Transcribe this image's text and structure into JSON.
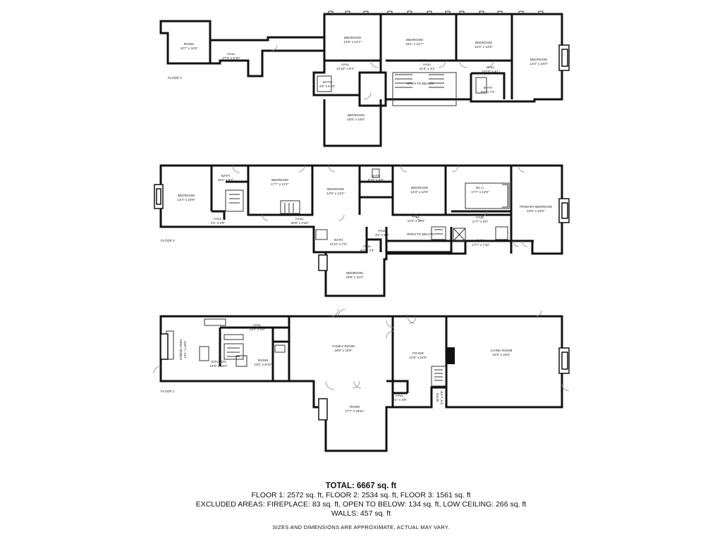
{
  "floors": {
    "floor3": {
      "label": "FLOOR 3",
      "rooms": [
        {
          "name": "ROOM",
          "dim": "10'7\" x 11'8\""
        },
        {
          "name": "HALL",
          "dim": "27'3\" x 6'10\""
        },
        {
          "name": "BEDROOM",
          "dim": "14'8\" x 12'7\""
        },
        {
          "name": "BEDROOM",
          "dim": "18'1\" x 12'7\""
        },
        {
          "name": "BEDROOM",
          "dim": "10'2\" x 12'9\""
        },
        {
          "name": "BEDROOM",
          "dim": "13'3\" x 24'8\""
        },
        {
          "name": "HALL",
          "dim": "21'10\" x 5'4\""
        },
        {
          "name": "HALL",
          "dim": "21'3\" x 4'1\""
        },
        {
          "name": "HALL",
          "dim": "10'10\" x 4'1\""
        },
        {
          "name": "BATH",
          "dim": "4'8\" x 6'10\""
        },
        {
          "name": "OPEN TO BELOW",
          "dim": ""
        },
        {
          "name": "BATH",
          "dim": "6'8\" x 7'1\""
        },
        {
          "name": "BEDROOM",
          "dim": "16'8\" x 16'0\""
        }
      ]
    },
    "floor2": {
      "label": "FLOOR 2",
      "rooms": [
        {
          "name": "BEDROOM",
          "dim": "13'4\" x 16'9\""
        },
        {
          "name": "BATH",
          "dim": "10'1\" x 8'7\""
        },
        {
          "name": "BEDROOM",
          "dim": "17'7\" x 12'2\""
        },
        {
          "name": "BEDROOM",
          "dim": "12'6\" x 12'2\""
        },
        {
          "name": "BATH",
          "dim": "8'10\" x 6'6\""
        },
        {
          "name": "BEDROOM",
          "dim": "14'3\" x 12'8\""
        },
        {
          "name": "W.I.C.",
          "dim": "17'7\" x 12'8\""
        },
        {
          "name": "PRIMARY BEDROOM",
          "dim": "13'6\" x 24'8\""
        },
        {
          "name": "HALL",
          "dim": "40'9\" x 3'10\""
        },
        {
          "name": "HALL",
          "dim": "4'1\" x 3'9\""
        },
        {
          "name": "HALL",
          "dim": "14'3\" x 11'8\""
        },
        {
          "name": "HALL",
          "dim": "17'7\" x 3'0\""
        },
        {
          "name": "OPEN TO BELOW",
          "dim": ""
        },
        {
          "name": "BATH",
          "dim": "11'11\" x 7'0\""
        },
        {
          "name": "HALL",
          "dim": "4'5\" x 3'3\""
        },
        {
          "name": "HALL",
          "dim": "3'3\" x 8'0\""
        },
        {
          "name": "BATH",
          "dim": "17'7\" x 7'10\""
        },
        {
          "name": "BEDROOM",
          "dim": "16'8\" x 11'0\""
        }
      ]
    },
    "floor1": {
      "label": "FLOOR 1",
      "rooms": [
        {
          "name": "DINING AREA",
          "dim": "13'1\" x 18'6\""
        },
        {
          "name": "HALL",
          "dim": "19'4\" x 6'8\""
        },
        {
          "name": "KITCHEN",
          "dim": "14'8\" x 16'0\""
        },
        {
          "name": "ROOM",
          "dim": "13'0\" x 8'10\""
        },
        {
          "name": "FAMILY ROOM",
          "dim": "26'8\" x 16'9\""
        },
        {
          "name": "FOYER",
          "dim": "14'8\" x 24'8\""
        },
        {
          "name": "LIVING ROOM",
          "dim": "31'0\" x 24'8\""
        },
        {
          "name": "ROOM",
          "dim": "17'7\" x 18'11\""
        },
        {
          "name": "HALL",
          "dim": "6'1\" x 3'8\""
        },
        {
          "name": "BATH",
          "dim": "4'3\" x 5'5\""
        }
      ]
    }
  },
  "summary": {
    "total": "TOTAL: 6667 sq. ft",
    "floors_line": "FLOOR 1: 2572 sq. ft, FLOOR 2: 2534 sq. ft, FLOOR 3: 1561 sq. ft",
    "excluded_line": "EXCLUDED AREAS: FIREPLACE: 83 sq. ft, OPEN TO BELOW: 134 sq. ft, LOW CEILING: 266 sq. ft",
    "walls_line": "WALLS: 457 sq. ft",
    "disclaimer": "SIZES AND DIMENSIONS ARE APPROXIMATE, ACTUAL MAY VARY."
  }
}
